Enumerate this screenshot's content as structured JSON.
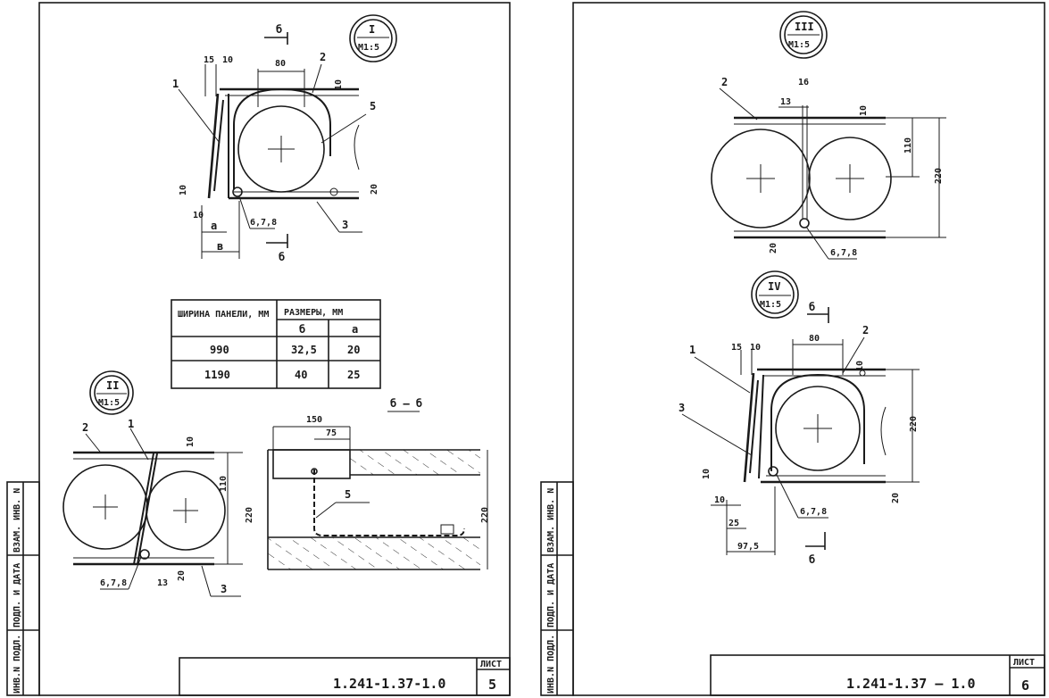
{
  "sheet_left": {
    "doc_code": "1.241-1.37-1.0",
    "sheet_label": "ЛИСТ",
    "sheet_number": "5",
    "side_stamp": [
      "ИНВ.N ПОДЛ.",
      "ПОДП. И ДАТА",
      "ВЗАМ. ИНВ. N"
    ]
  },
  "sheet_right": {
    "doc_code": "1.241-1.37 – 1.0",
    "sheet_label": "ЛИСТ",
    "sheet_number": "6",
    "side_stamp": [
      "ИНВ.N ПОДЛ.",
      "ПОДП. И ДАТА",
      "ВЗАМ. ИНВ. N"
    ]
  },
  "node_I": {
    "roman": "I",
    "scale": "M1:5",
    "section_mark": "б",
    "callouts": [
      "1",
      "2",
      "3",
      "5",
      "6,7,8"
    ],
    "dims": [
      "15",
      "10",
      "80",
      "10",
      "10",
      "10",
      "20",
      "а",
      "в"
    ]
  },
  "table": {
    "header_col1": "ШИРИНА ПАНЕЛИ, ММ",
    "header_col2": "РАЗМЕРЫ, ММ",
    "sub_b": "б",
    "sub_a": "а",
    "rows": [
      {
        "width": "990",
        "b": "32,5",
        "a": "20"
      },
      {
        "width": "1190",
        "b": "40",
        "a": "25"
      }
    ]
  },
  "node_II": {
    "roman": "II",
    "scale": "M1:5",
    "callouts": [
      "1",
      "2",
      "3",
      "6,7,8"
    ],
    "dims": [
      "10",
      "110",
      "220",
      "13",
      "20"
    ]
  },
  "section_bb": {
    "title": "б – б",
    "callouts": [
      "5"
    ],
    "dims": [
      "150",
      "75",
      "220"
    ]
  },
  "node_III": {
    "roman": "III",
    "scale": "M1:5",
    "callouts": [
      "2",
      "6,7,8"
    ],
    "dims": [
      "16",
      "13",
      "10",
      "110",
      "220",
      "20"
    ]
  },
  "node_IV": {
    "roman": "IV",
    "scale": "M1:5",
    "section_mark": "б",
    "callouts": [
      "1",
      "2",
      "3",
      "6,7,8"
    ],
    "dims": [
      "15",
      "10",
      "80",
      "10",
      "220",
      "10",
      "10",
      "20",
      "25",
      "97,5"
    ]
  }
}
